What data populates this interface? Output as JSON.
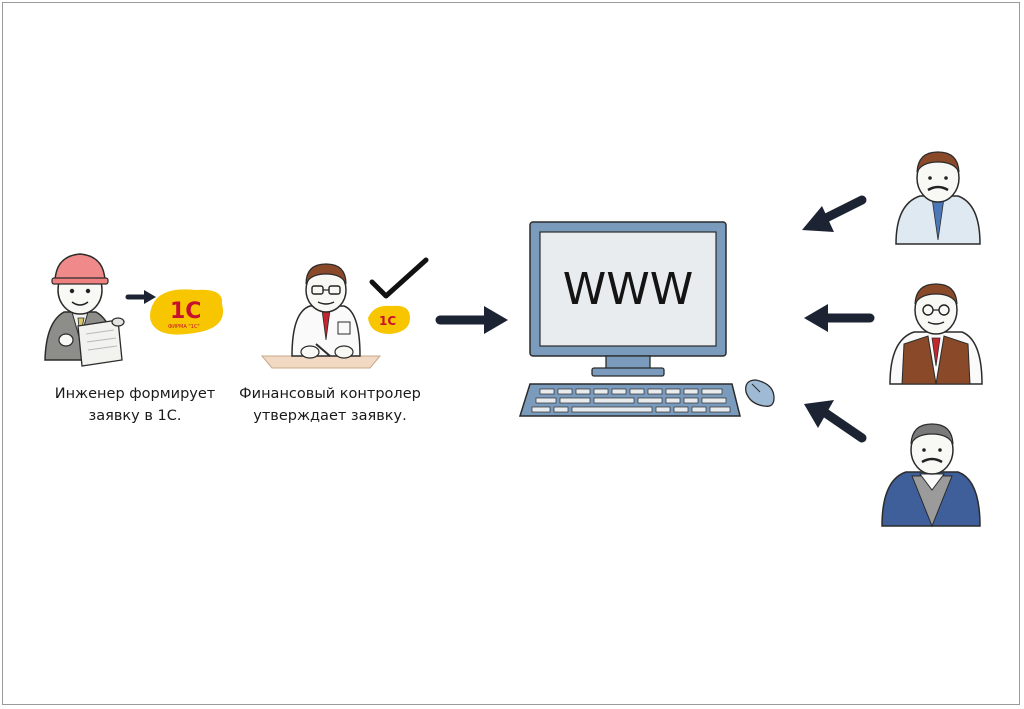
{
  "captions": {
    "engineer": [
      "Инженер формирует",
      "заявку в 1С."
    ],
    "controller": [
      "Финансовый контролер",
      "утверждает заявку."
    ]
  },
  "logo": {
    "primary": "1С",
    "small": "ФИРМА \"1С\""
  },
  "monitor": {
    "screen_text": "WWW"
  },
  "icons": [
    "engineer-icon",
    "controller-icon",
    "checkmark-icon",
    "computer-icon",
    "mouse-icon",
    "user-icon"
  ],
  "colors": {
    "arrow": "#1c2333",
    "monitor_frame": "#6f8fb0",
    "logo_yellow": "#f7c600",
    "logo_red": "#c8102e",
    "helmet": "#f08a8a",
    "tie_red": "#c3262f",
    "tie_blue": "#4a78b8"
  }
}
